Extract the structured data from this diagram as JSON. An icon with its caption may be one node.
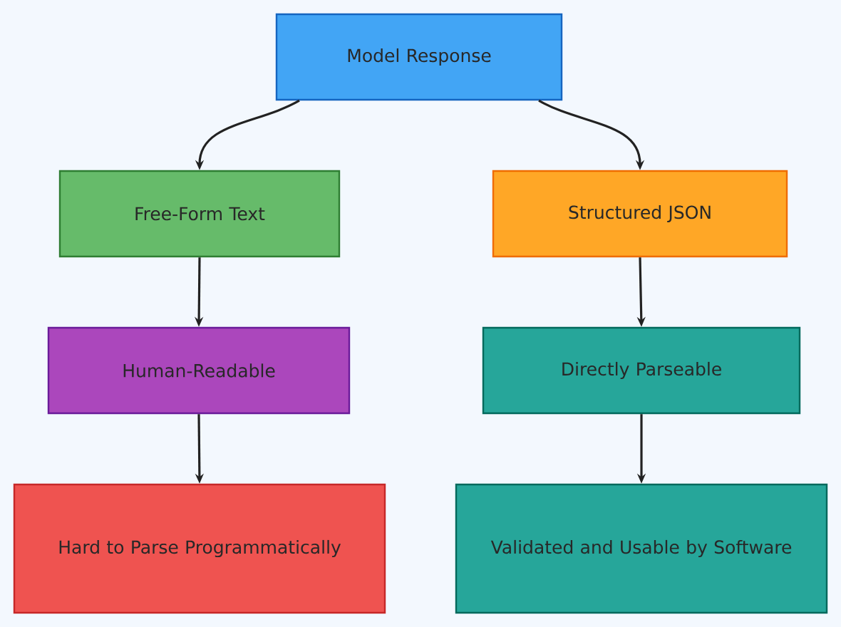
{
  "diagram": {
    "nodes": [
      {
        "text": [
          "Model Response"
        ]
      },
      {
        "text": [
          "Free-Form Text"
        ]
      },
      {
        "text": [
          "Structured JSON"
        ]
      },
      {
        "text": [
          "Human-Readable"
        ]
      },
      {
        "text": [
          "Directly Parseable"
        ]
      },
      {
        "text": [
          "Hard to Parse Programmatically"
        ]
      },
      {
        "text": [
          "Validated and Usable by Software"
        ]
      }
    ],
    "edges": [
      {
        "from": 0,
        "to": 1,
        "arrow": "to"
      },
      {
        "from": 0,
        "to": 2,
        "arrow": "to"
      },
      {
        "from": 1,
        "to": 3,
        "arrow": "to"
      },
      {
        "from": 2,
        "to": 4,
        "arrow": "to"
      },
      {
        "from": 3,
        "to": 5,
        "arrow": "to"
      },
      {
        "from": 4,
        "to": 6,
        "arrow": "to"
      }
    ]
  }
}
